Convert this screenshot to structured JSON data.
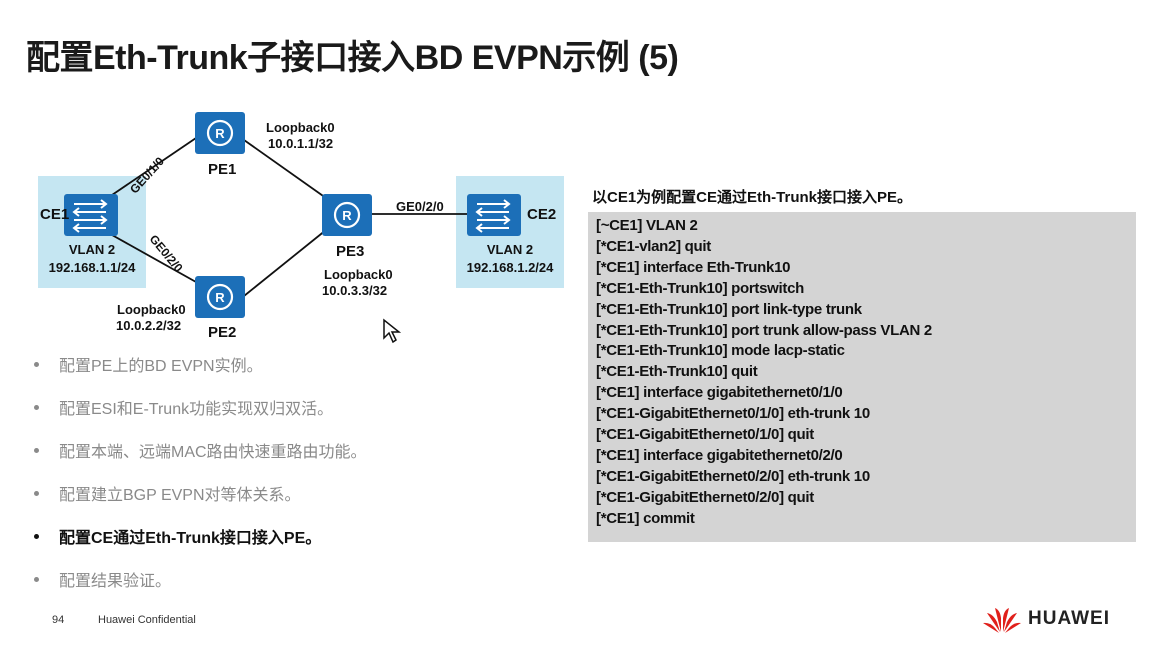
{
  "title": "配置Eth-Trunk子接口接入BD EVPN示例 (5)",
  "topology": {
    "pe1": {
      "name": "PE1",
      "loopback_name": "Loopback0",
      "loopback_ip": "10.0.1.1/32"
    },
    "pe2": {
      "name": "PE2",
      "loopback_name": "Loopback0",
      "loopback_ip": "10.0.2.2/32"
    },
    "pe3": {
      "name": "PE3",
      "loopback_name": "Loopback0",
      "loopback_ip": "10.0.3.3/32"
    },
    "ce1": {
      "name": "CE1",
      "vlan": "VLAN 2",
      "ip": "192.168.1.1/24"
    },
    "ce2": {
      "name": "CE2",
      "vlan": "VLAN 2",
      "ip": "192.168.1.2/24"
    },
    "links": {
      "ce1_pe1": "GE0/1/0",
      "ce1_pe2": "GE0/2/0",
      "pe3_ce2": "GE0/2/0"
    }
  },
  "steps": [
    {
      "text": "配置PE上的BD EVPN实例。"
    },
    {
      "text": "配置ESI和E-Trunk功能实现双归双活。"
    },
    {
      "text": "配置本端、远端MAC路由快速重路由功能。"
    },
    {
      "text": "配置建立BGP EVPN对等体关系。"
    },
    {
      "text": "配置CE通过Eth-Trunk接口接入PE。"
    },
    {
      "text": "配置结果验证。"
    }
  ],
  "active_step": 4,
  "config_intro": "以CE1为例配置CE通过Eth-Trunk接口接入PE。",
  "config_lines": [
    "[~CE1] VLAN 2",
    "[*CE1-vlan2] quit",
    "[*CE1] interface Eth-Trunk10",
    "[*CE1-Eth-Trunk10] portswitch",
    "[*CE1-Eth-Trunk10] port link-type trunk",
    "[*CE1-Eth-Trunk10] port trunk allow-pass VLAN 2",
    "[*CE1-Eth-Trunk10] mode lacp-static",
    "[*CE1-Eth-Trunk10] quit",
    "[*CE1] interface gigabitethernet0/1/0",
    "[*CE1-GigabitEthernet0/1/0] eth-trunk 10",
    "[*CE1-GigabitEthernet0/1/0] quit",
    "[*CE1] interface gigabitethernet0/2/0",
    "[*CE1-GigabitEthernet0/2/0] eth-trunk 10",
    "[*CE1-GigabitEthernet0/2/0] quit",
    "[*CE1] commit"
  ],
  "footer": {
    "page": "94",
    "confidential": "Huawei Confidential"
  },
  "logo_text": "HUAWEI",
  "colors": {
    "device_blue": "#1c6fb8",
    "ce_panel": "#c5e6f2",
    "code_bg": "#d4d4d4",
    "logo_red": "#e0201b"
  },
  "icons": {
    "router": "router-icon",
    "switch": "switch-icon",
    "logo": "huawei-logo-icon"
  }
}
